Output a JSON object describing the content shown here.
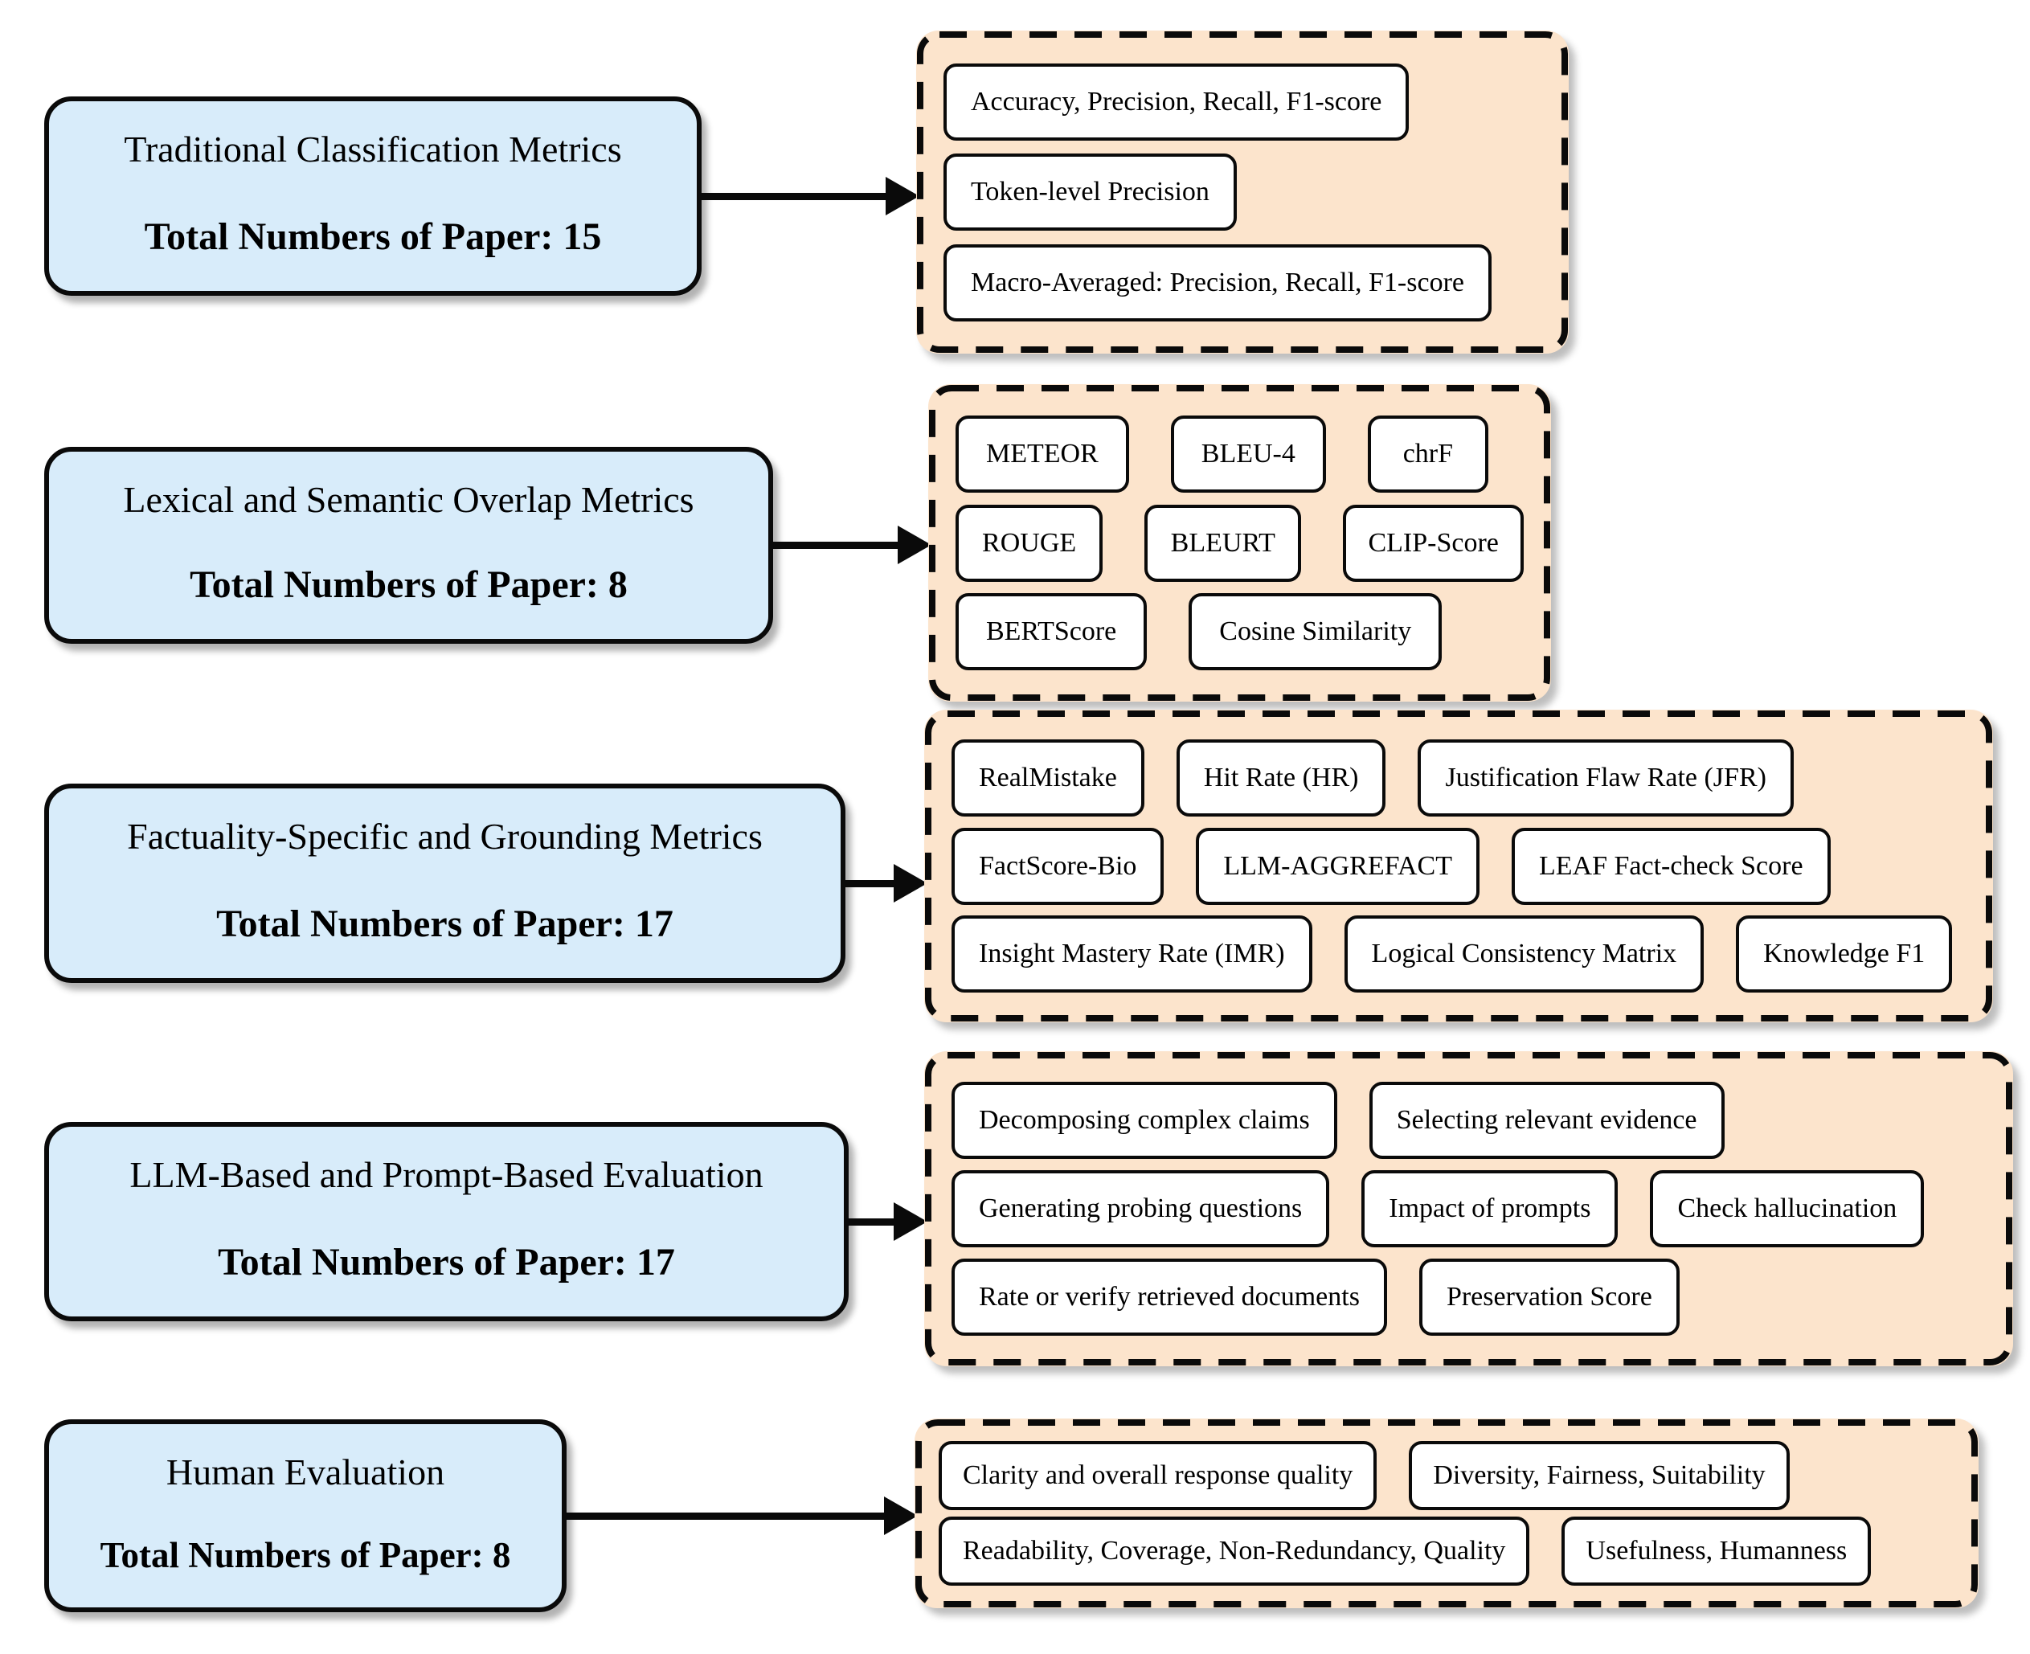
{
  "diagram": {
    "description": "Taxonomy of evaluation metrics: five categories each linked by an arrow to a group of metric tags",
    "colors": {
      "category_fill": "#d8ecfa",
      "group_fill": "#fce4cc",
      "pill_fill": "#ffffff",
      "border": "#0a0a0a",
      "background": "#ffffff"
    },
    "categories": [
      {
        "title": "Traditional Classification Metrics",
        "total": "Total Numbers of Paper: 15",
        "paper_count": 15,
        "metrics_rows": [
          [
            "Accuracy, Precision, Recall, F1-score"
          ],
          [
            "Token-level Precision"
          ],
          [
            "Macro-Averaged: Precision, Recall, F1-score"
          ]
        ]
      },
      {
        "title": "Lexical and Semantic Overlap Metrics",
        "total": "Total Numbers of Paper: 8",
        "paper_count": 8,
        "metrics_rows": [
          [
            "METEOR",
            "BLEU-4",
            "chrF"
          ],
          [
            "ROUGE",
            "BLEURT",
            "CLIP-Score"
          ],
          [
            "BERTScore",
            "Cosine Similarity"
          ]
        ]
      },
      {
        "title": "Factuality-Specific and Grounding Metrics",
        "total": "Total Numbers of Paper: 17",
        "paper_count": 17,
        "metrics_rows": [
          [
            "RealMistake",
            "Hit Rate (HR)",
            "Justification Flaw Rate (JFR)"
          ],
          [
            "FactScore-Bio",
            "LLM-AGGREFACT",
            "LEAF Fact-check Score"
          ],
          [
            "Insight Mastery Rate (IMR)",
            "Logical Consistency Matrix",
            "Knowledge F1"
          ]
        ]
      },
      {
        "title": "LLM-Based and Prompt-Based Evaluation",
        "total": "Total Numbers of Paper: 17",
        "paper_count": 17,
        "metrics_rows": [
          [
            "Decomposing complex claims",
            "Selecting relevant evidence"
          ],
          [
            "Generating probing questions",
            "Impact of prompts",
            "Check hallucination"
          ],
          [
            "Rate or verify retrieved documents",
            "Preservation Score"
          ]
        ]
      },
      {
        "title": "Human Evaluation",
        "total": "Total Numbers of Paper: 8",
        "paper_count": 8,
        "metrics_rows": [
          [
            "Clarity and overall response quality",
            "Diversity, Fairness, Suitability"
          ],
          [
            "Readability, Coverage, Non-Redundancy, Quality",
            "Usefulness, Humanness"
          ]
        ]
      }
    ]
  }
}
